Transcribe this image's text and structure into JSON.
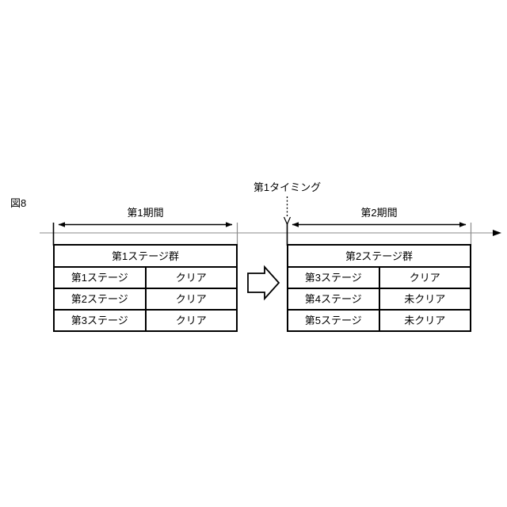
{
  "figure": {
    "number_label": "図8"
  },
  "timeline": {
    "timing_marker_label": "第1タイミング",
    "periods": [
      {
        "id": "period1",
        "label": "第1期間"
      },
      {
        "id": "period2",
        "label": "第2期間"
      }
    ]
  },
  "transition_arrow": {
    "icon": "block-arrow-right-icon"
  },
  "tables": [
    {
      "id": "group1",
      "header": "第1ステージ群",
      "rows": [
        {
          "name": "第1ステージ",
          "state": "クリア"
        },
        {
          "name": "第2ステージ",
          "state": "クリア"
        },
        {
          "name": "第3ステージ",
          "state": "クリア"
        }
      ]
    },
    {
      "id": "group2",
      "header": "第2ステージ群",
      "rows": [
        {
          "name": "第3ステージ",
          "state": "クリア"
        },
        {
          "name": "第4ステージ",
          "state": "未クリア"
        },
        {
          "name": "第5ステージ",
          "state": "未クリア"
        }
      ]
    }
  ],
  "colors": {
    "ink": "#000000",
    "paper": "#ffffff",
    "timeline_rule": "#808080"
  }
}
